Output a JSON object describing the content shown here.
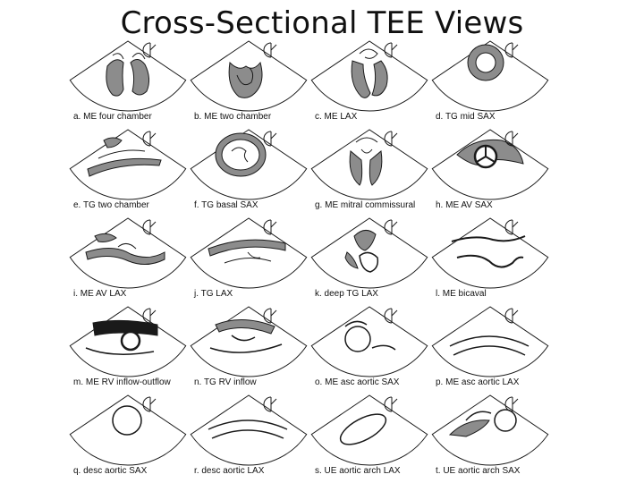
{
  "title": "Cross-Sectional TEE Views",
  "colors": {
    "tissue": "#8c8c8c",
    "line": "#1a1a1a",
    "dark": "#1a1a1a",
    "paper": "#ffffff"
  },
  "views": [
    {
      "label": "a. ME four chamber",
      "kind": "four"
    },
    {
      "label": "b. ME two chamber",
      "kind": "two"
    },
    {
      "label": "c. ME LAX",
      "kind": "lax"
    },
    {
      "label": "d. TG mid SAX",
      "kind": "ring"
    },
    {
      "label": "e. TG two chamber",
      "kind": "band"
    },
    {
      "label": "f. TG basal SAX",
      "kind": "basal"
    },
    {
      "label": "g. ME mitral commissural",
      "kind": "mitral"
    },
    {
      "label": "h. ME AV SAX",
      "kind": "avsax"
    },
    {
      "label": "i. ME AV LAX",
      "kind": "avlax"
    },
    {
      "label": "j. TG LAX",
      "kind": "tglax"
    },
    {
      "label": "k. deep TG LAX",
      "kind": "deep"
    },
    {
      "label": "l. ME bicaval",
      "kind": "bicaval"
    },
    {
      "label": "m. ME RV inflow-outflow",
      "kind": "rvio"
    },
    {
      "label": "n. TG RV inflow",
      "kind": "rvin"
    },
    {
      "label": "o. ME asc aortic SAX",
      "kind": "circle"
    },
    {
      "label": "p. ME asc aortic LAX",
      "kind": "arcs"
    },
    {
      "label": "q. desc aortic SAX",
      "kind": "circle2"
    },
    {
      "label": "r. desc aortic LAX",
      "kind": "arcs2"
    },
    {
      "label": "s. UE aortic arch LAX",
      "kind": "oval"
    },
    {
      "label": "t. UE aortic arch SAX",
      "kind": "arch"
    }
  ]
}
